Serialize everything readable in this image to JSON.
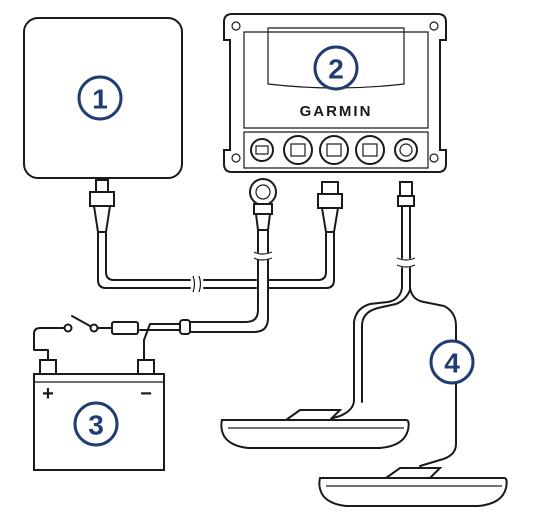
{
  "callouts": {
    "antenna": "1",
    "module": "2",
    "battery": "3",
    "transducer": "4"
  },
  "module": {
    "brand": "GARMIN"
  },
  "battery": {
    "positive": "+",
    "negative": "−"
  },
  "colors": {
    "callout": "#1f3d73",
    "line": "#1a1a1a",
    "background": "#ffffff"
  }
}
